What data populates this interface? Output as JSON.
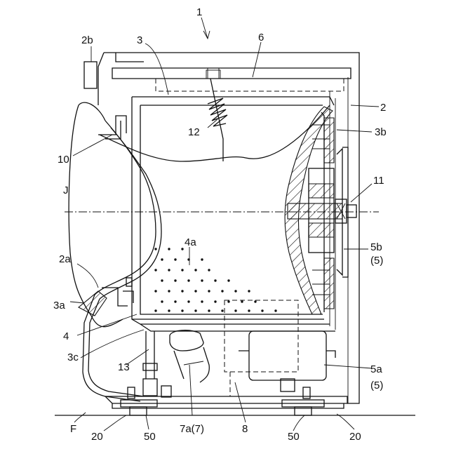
{
  "labels": {
    "l1": "1",
    "l2": "2",
    "l2a": "2a",
    "l2b": "2b",
    "l3": "3",
    "l3a": "3a",
    "l3b": "3b",
    "l3c": "3c",
    "l4": "4",
    "l4a": "4a",
    "l5a": "5a",
    "l5a_sub": "(5)",
    "l5b": "5b",
    "l5b_sub": "(5)",
    "l6": "6",
    "l7a": "7a(7)",
    "l8": "8",
    "l10": "10",
    "l11": "11",
    "l12": "12",
    "l13": "13",
    "l20_left": "20",
    "l20_right": "20",
    "l50_left": "50",
    "l50_right": "50",
    "lJ": "J",
    "lF": "F"
  }
}
